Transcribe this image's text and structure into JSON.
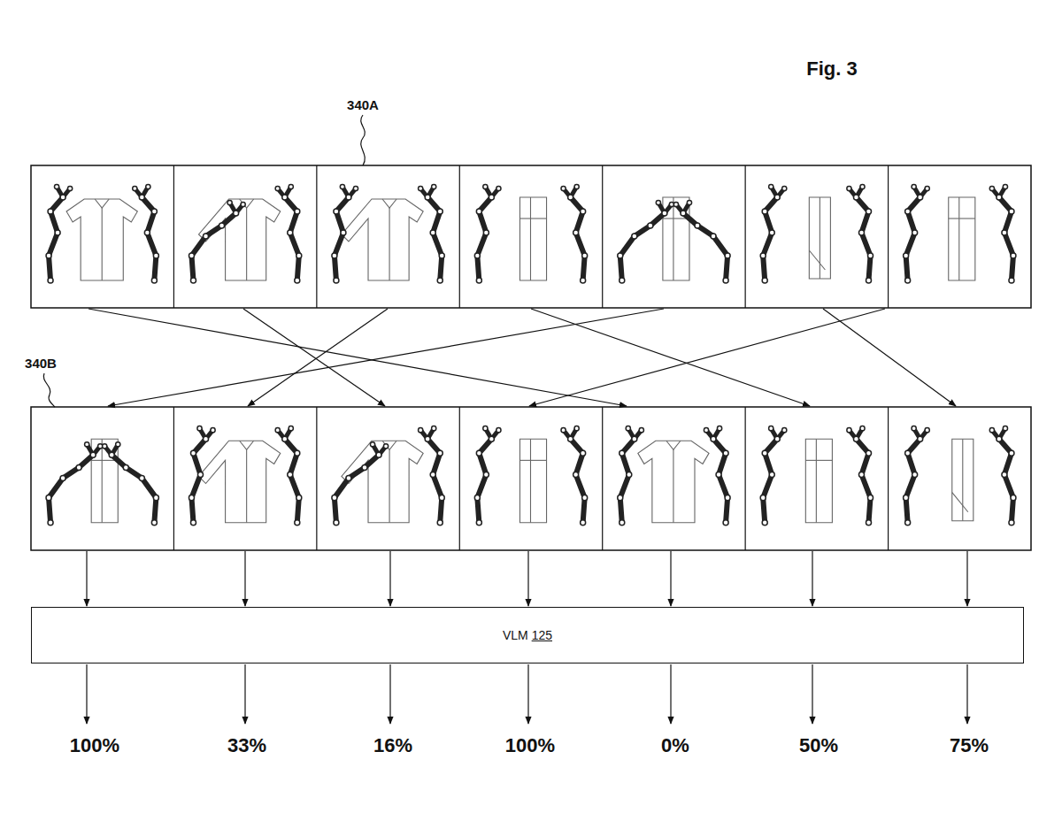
{
  "diagram": {
    "nodes": [
      {
        "text": [
          "VLM 125"
        ]
      }
    ],
    "labels": [
      "Fig. 3",
      "340A",
      "340B",
      "100%",
      "33%",
      "16%",
      "100%",
      "0%",
      "50%",
      "75%"
    ]
  }
}
